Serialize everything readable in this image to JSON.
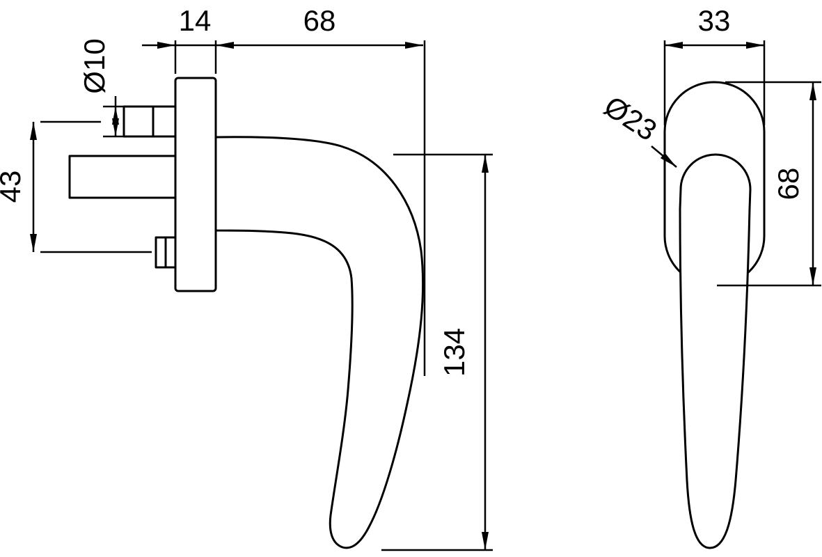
{
  "side_view": {
    "plate_thickness": "14",
    "handle_reach": "68",
    "screw_diameter": "Ø10",
    "screw_spacing": "43",
    "overall_length": "134"
  },
  "front_view": {
    "rosette_width": "33",
    "grip_neck_diameter": "Ø23",
    "rosette_height": "68"
  },
  "colors": {
    "line": "#000000",
    "background": "#ffffff"
  }
}
